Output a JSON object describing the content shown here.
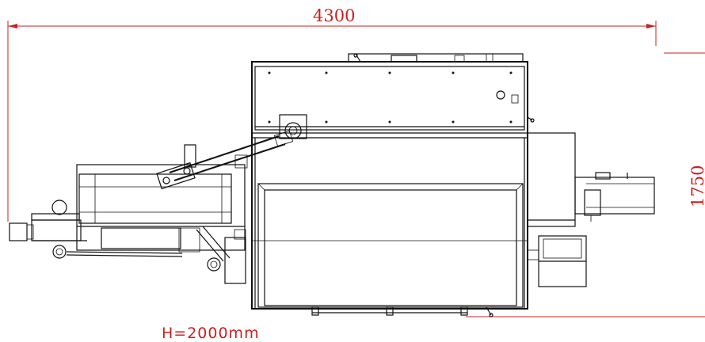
{
  "dimensions": {
    "length": "4300",
    "width": "1750",
    "height": "H=2000mm"
  },
  "colors": {
    "dimension": "#cc1f1f",
    "linework": "#111111"
  }
}
